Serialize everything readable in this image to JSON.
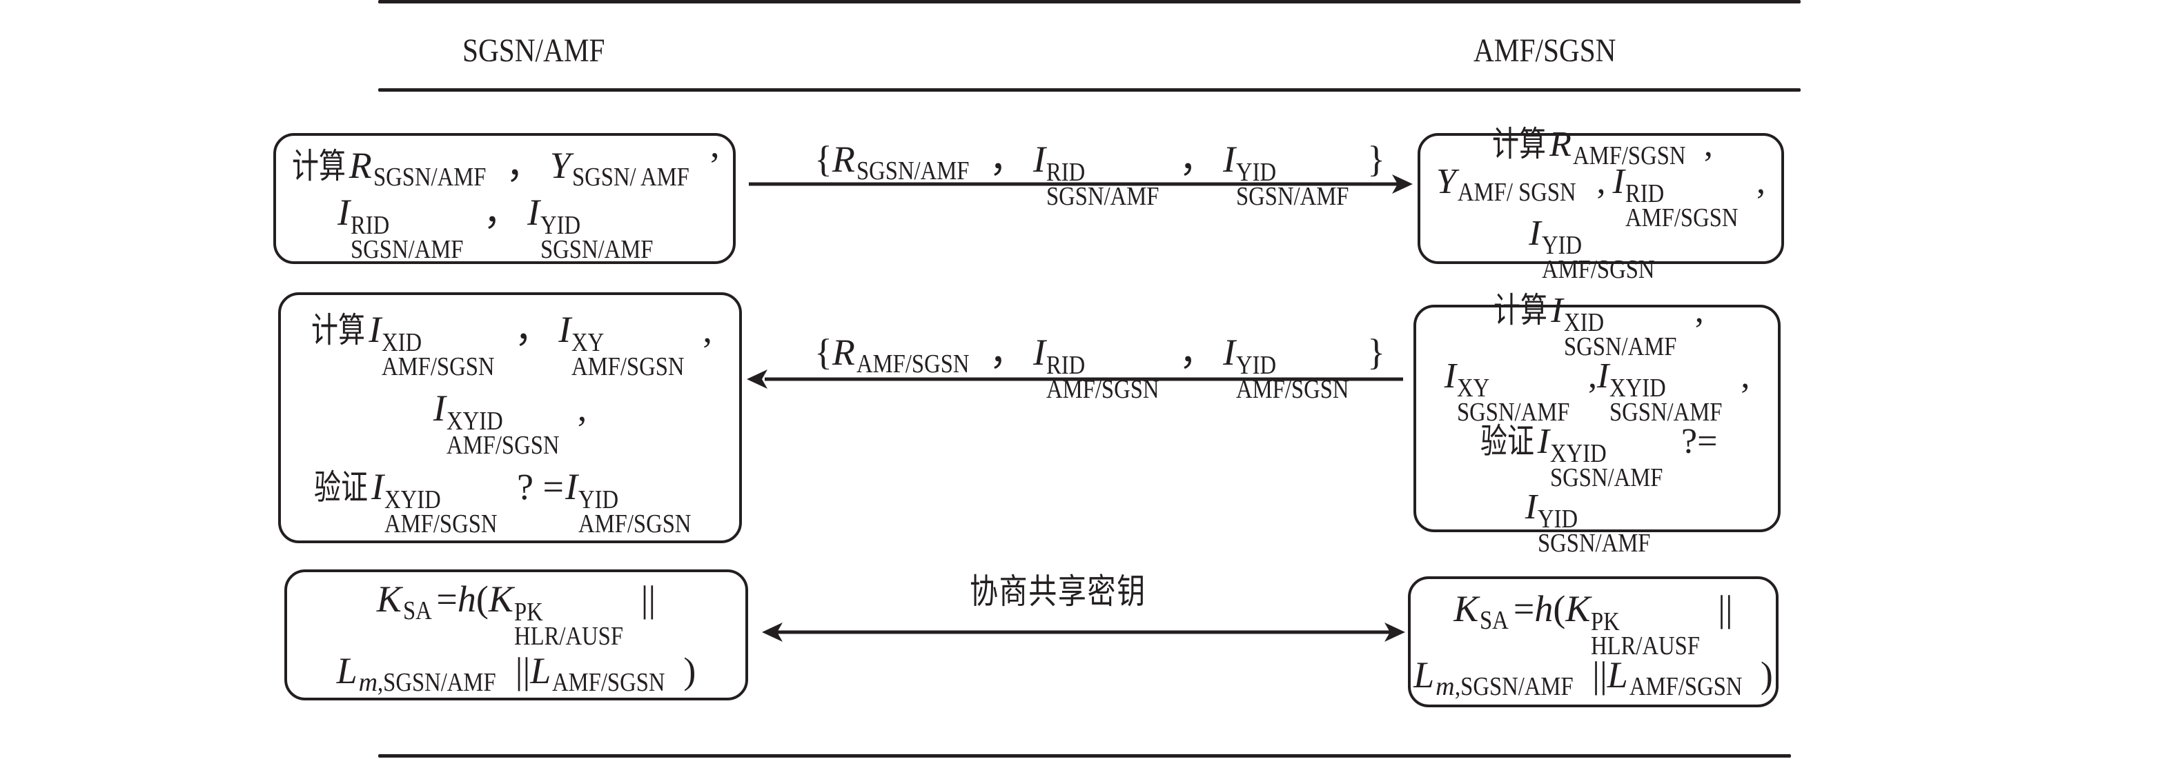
{
  "header": {
    "left_entity": "SGSN/AMF",
    "right_entity": "AMF/SGSN"
  },
  "step1": {
    "left_box": {
      "verb": "计算",
      "items": [
        {
          "sym": "R",
          "sub": "SGSN/AMF"
        },
        {
          "sym": "Y",
          "sub": "SGSN/ AMF"
        },
        {
          "sym": "I",
          "sup": "RID",
          "sub": "SGSN/AMF"
        },
        {
          "sym": "I",
          "sup": "YID",
          "sub": "SGSN/AMF"
        }
      ],
      "sep": "，"
    },
    "message": {
      "open": "{",
      "close": "}",
      "items": [
        {
          "sym": "R",
          "sub": "SGSN/AMF"
        },
        {
          "sym": "I",
          "sup": "RID",
          "sub": "SGSN/AMF"
        },
        {
          "sym": "I",
          "sup": "YID",
          "sub": "SGSN/AMF"
        }
      ],
      "direction": "left-to-right"
    },
    "right_box": {
      "verb": "计算",
      "items": [
        {
          "sym": "R",
          "sub": "AMF/SGSN"
        },
        {
          "sym": "Y",
          "sub": "AMF/ SGSN"
        },
        {
          "sym": "I",
          "sup": "RID",
          "sub": "AMF/SGSN"
        },
        {
          "sym": "I",
          "sup": "YID",
          "sub": "AMF/SGSN"
        }
      ]
    }
  },
  "step2": {
    "left_box": {
      "verb1": "计算",
      "items": [
        {
          "sym": "I",
          "sup": "XID",
          "sub": "AMF/SGSN"
        },
        {
          "sym": "I",
          "sup": "XY",
          "sub": "AMF/SGSN"
        },
        {
          "sym": "I",
          "sup": "XYID",
          "sub": "AMF/SGSN"
        }
      ],
      "verb2": "验证",
      "check_lhs": {
        "sym": "I",
        "sup": "XYID",
        "sub": "AMF/SGSN"
      },
      "check_op": "? =",
      "check_rhs": {
        "sym": "I",
        "sup": "YID",
        "sub": "AMF/SGSN"
      }
    },
    "message": {
      "open": "{",
      "close": "}",
      "items": [
        {
          "sym": "R",
          "sub": "AMF/SGSN"
        },
        {
          "sym": "I",
          "sup": "RID",
          "sub": "AMF/SGSN"
        },
        {
          "sym": "I",
          "sup": "YID",
          "sub": "AMF/SGSN"
        }
      ],
      "direction": "right-to-left"
    },
    "right_box": {
      "verb1": "计算",
      "items": [
        {
          "sym": "I",
          "sup": "XID",
          "sub": "SGSN/AMF"
        },
        {
          "sym": "I",
          "sup": "XY",
          "sub": "SGSN/AMF"
        },
        {
          "sym": "I",
          "sup": "XYID",
          "sub": "SGSN/AMF"
        }
      ],
      "verb2": "验证",
      "check_lhs": {
        "sym": "I",
        "sup": "XYID",
        "sub": "SGSN/AMF"
      },
      "check_op": "?=",
      "check_rhs": {
        "sym": "I",
        "sup": "YID",
        "sub": "SGSN/AMF"
      }
    }
  },
  "step3": {
    "caption": "协商共享密钥",
    "direction": "bidirectional",
    "formula": {
      "k": "K",
      "k_sub": "SA",
      "eq": "=",
      "h": "h",
      "lparen": "(",
      "kpk": "K",
      "kpk_sup": "PK",
      "kpk_sub": "HLR/AUSF",
      "concat": "||",
      "lm": "L",
      "lm_sub_var": "m",
      "lm_sub": ",SGSN/AMF",
      "l2": "L",
      "l2_sub": "AMF/SGSN",
      "rparen": ")"
    }
  }
}
